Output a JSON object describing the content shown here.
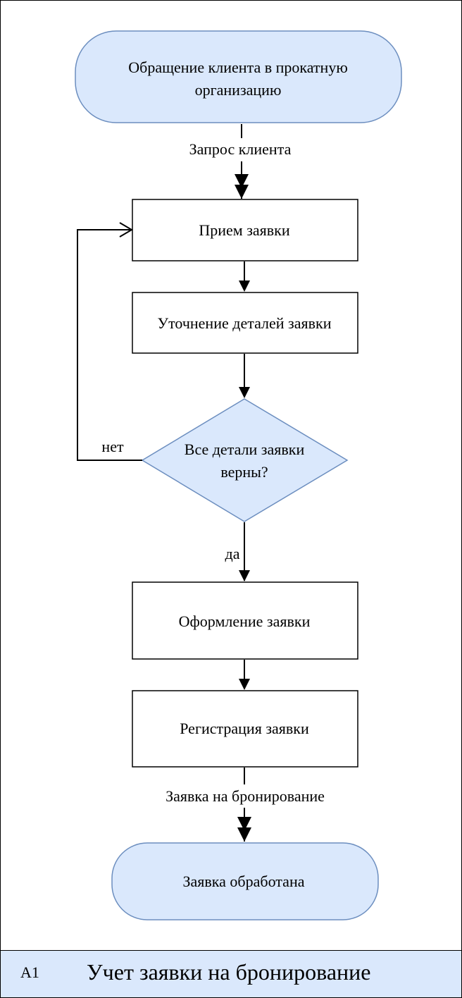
{
  "diagram": {
    "nodes": {
      "start": {
        "lines": [
          "Обращение клиента в прокатную",
          "организацию"
        ]
      },
      "receive": {
        "lines": [
          "Прием заявки"
        ]
      },
      "clarify": {
        "lines": [
          "Уточнение деталей заявки"
        ]
      },
      "decision": {
        "lines": [
          "Все детали заявки",
          "верны?"
        ]
      },
      "formalize": {
        "lines": [
          "Оформление заявки"
        ]
      },
      "register": {
        "lines": [
          "Регистрация заявки"
        ]
      },
      "end": {
        "lines": [
          "Заявка обработана"
        ]
      }
    },
    "edges": {
      "client_request": "Запрос клиента",
      "no": "нет",
      "yes": "да",
      "booking_request": "Заявка на бронирование"
    },
    "colors": {
      "fill_blue": "#dae8fc",
      "stroke_blue": "#6c8ebf",
      "stroke_black": "#000000"
    }
  },
  "footer": {
    "code": "A1",
    "title": "Учет заявки на бронирование"
  }
}
